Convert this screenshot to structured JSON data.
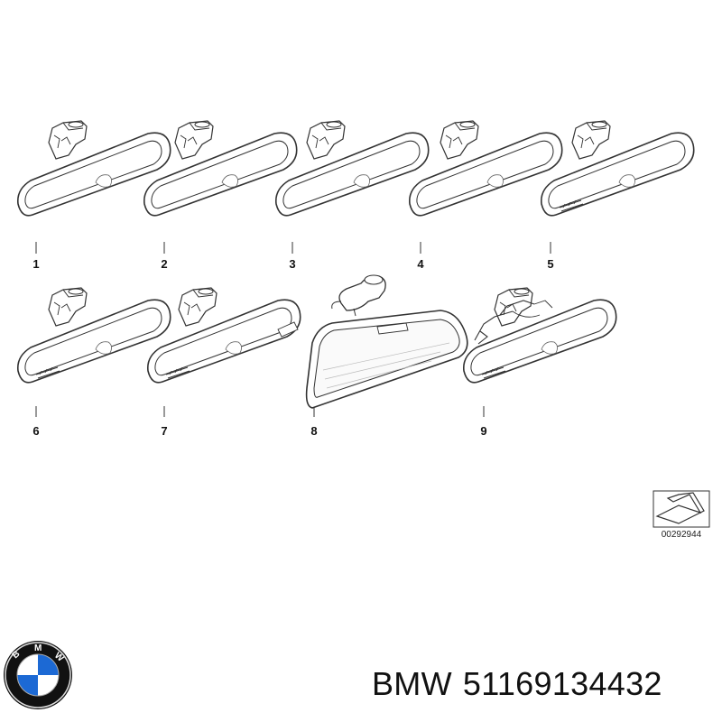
{
  "diagram": {
    "parts": [
      {
        "label": "1"
      },
      {
        "label": "2"
      },
      {
        "label": "3"
      },
      {
        "label": "4"
      },
      {
        "label": "5"
      },
      {
        "label": "6"
      },
      {
        "label": "7"
      },
      {
        "label": "8"
      },
      {
        "label": "9"
      }
    ],
    "reference_code": "00292944"
  },
  "footer": {
    "brand": "BMW",
    "part_number": "51169134432",
    "logo_letters": "BMW"
  },
  "colors": {
    "line": "#333333",
    "logo_blue": "#1c69d4",
    "logo_ring": "#111111"
  }
}
